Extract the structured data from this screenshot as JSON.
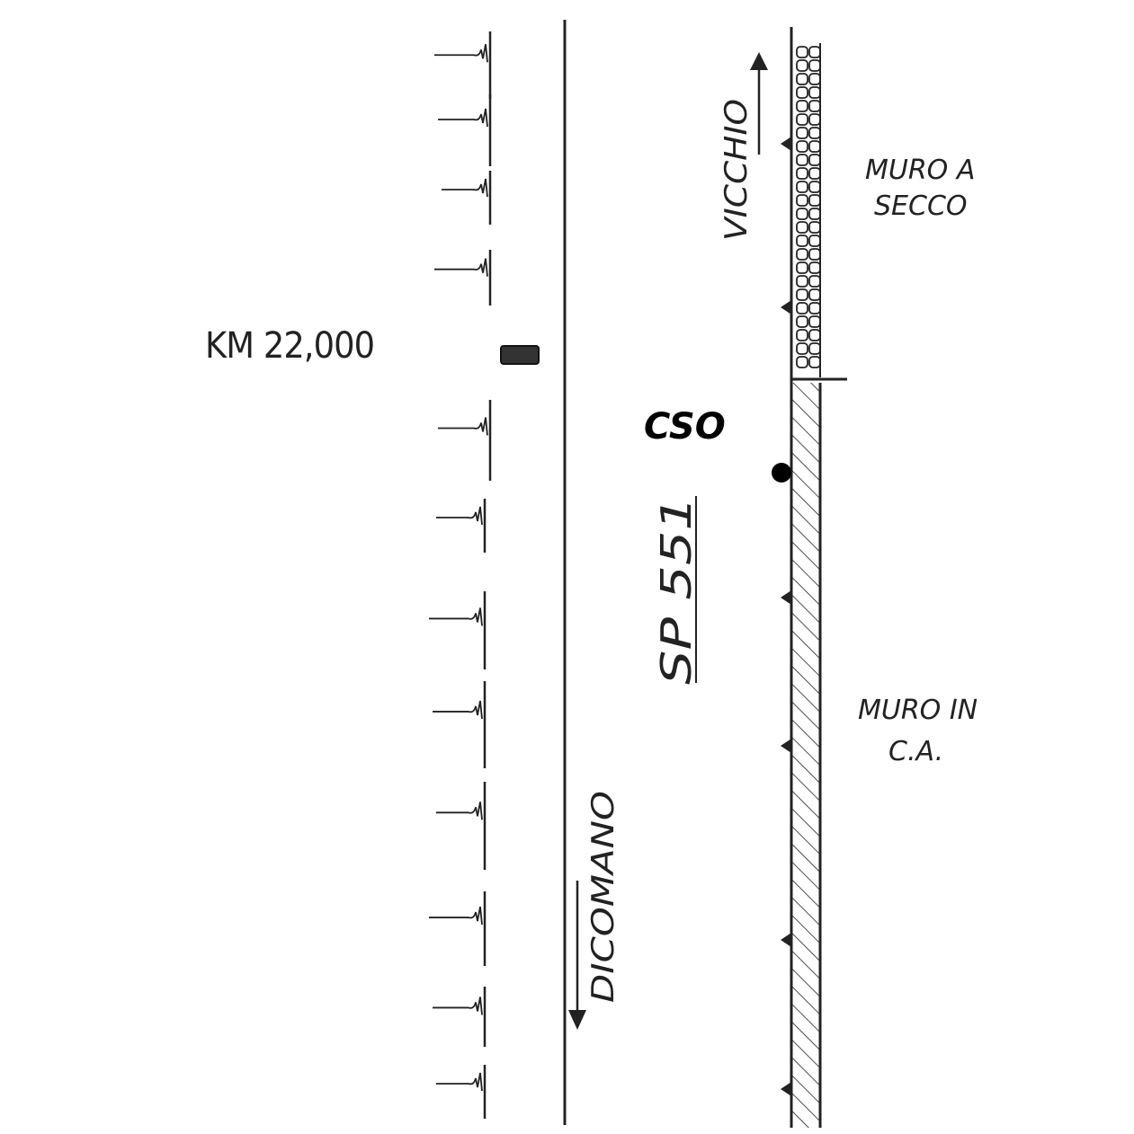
{
  "labels": {
    "km_marker": "KM 22,000",
    "cso": "CSO",
    "vicchio": "VICCHIO",
    "dicomano": "DICOMANO",
    "road": "SP 551",
    "dry_wall_line1": "MURO A",
    "dry_wall_line2": "SECCO",
    "concrete_wall_line1": "MURO IN",
    "concrete_wall_line2": "C.A."
  },
  "colors": {
    "ink": "#222222",
    "background": "#ffffff"
  }
}
